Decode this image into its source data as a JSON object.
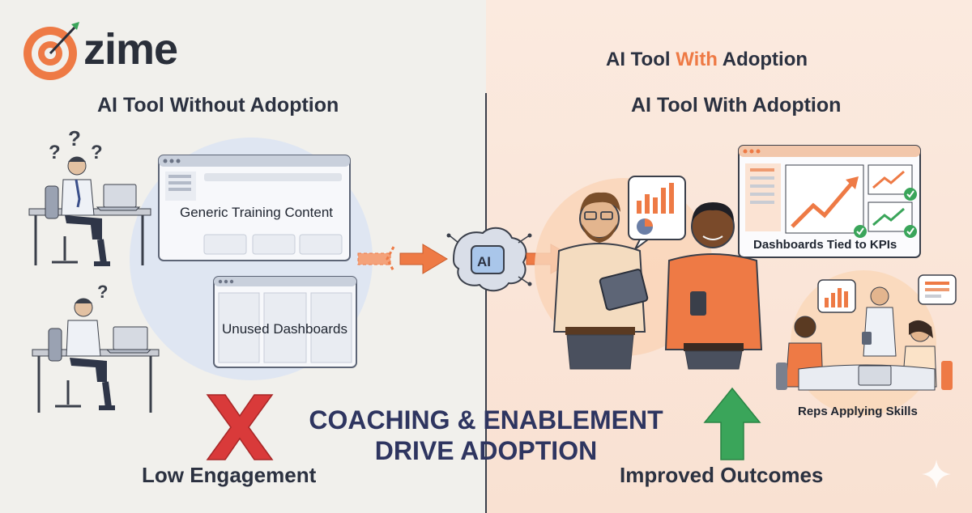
{
  "brand": {
    "name": "zime",
    "accent": "#ee7a45"
  },
  "top_right_title": {
    "prefix": "AI Tool ",
    "accent_word": "With",
    "suffix": " Adoption"
  },
  "left": {
    "heading": "AI Tool Without Adoption",
    "generic_label": "Generic Training Content",
    "unused_label": "Unused Dashboards",
    "bottom_label": "Low Engagement"
  },
  "center": {
    "ai_label": "AI",
    "title_line1": "COACHING & ENABLEMENT",
    "title_line2": "DRIVE ADOPTION"
  },
  "right": {
    "heading": "AI Tool With Adoption",
    "kpi_label": "Dashboards Tied to KPIs",
    "reps_label": "Reps Applying Skills",
    "bottom_label": "Improved Outcomes"
  },
  "icons": [
    "target-logo-icon",
    "question-mark-icon",
    "laptop-icon",
    "browser-window-icon",
    "arrow-right-icon",
    "brain-ai-icon",
    "bar-chart-icon",
    "pie-chart-icon",
    "tablet-icon",
    "phone-icon",
    "trend-up-icon",
    "check-icon",
    "red-x-icon",
    "green-up-arrow-icon",
    "sparkle-icon"
  ],
  "colors": {
    "orange": "#ee7a45",
    "green": "#3aa55a",
    "red": "#d93a3a",
    "dark": "#2b3140",
    "navy": "#2e3560",
    "left_bg": "#f1f0ec",
    "right_bg": "#fbeadf"
  }
}
